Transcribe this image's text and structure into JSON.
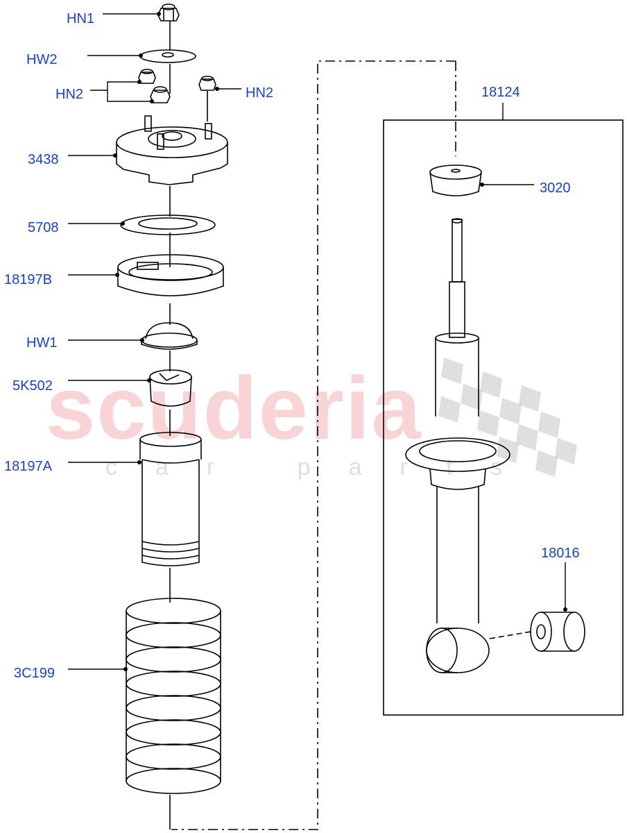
{
  "labels": {
    "hn1": "HN1",
    "hw2": "HW2",
    "hn2_left": "HN2",
    "hn2_right": "HN2",
    "p3438": "3438",
    "p5708": "5708",
    "p18197b": "18197B",
    "hw1": "HW1",
    "p5k502": "5K502",
    "p18197a": "18197A",
    "p3c199": "3C199",
    "p18124": "18124",
    "p3020": "3020",
    "p18016": "18016"
  },
  "watermark": {
    "brand": "scuderia",
    "sub": "car parts",
    "brand_color": "#e87882"
  },
  "colors": {
    "label": "#1a3fd6",
    "line": "#000000"
  }
}
